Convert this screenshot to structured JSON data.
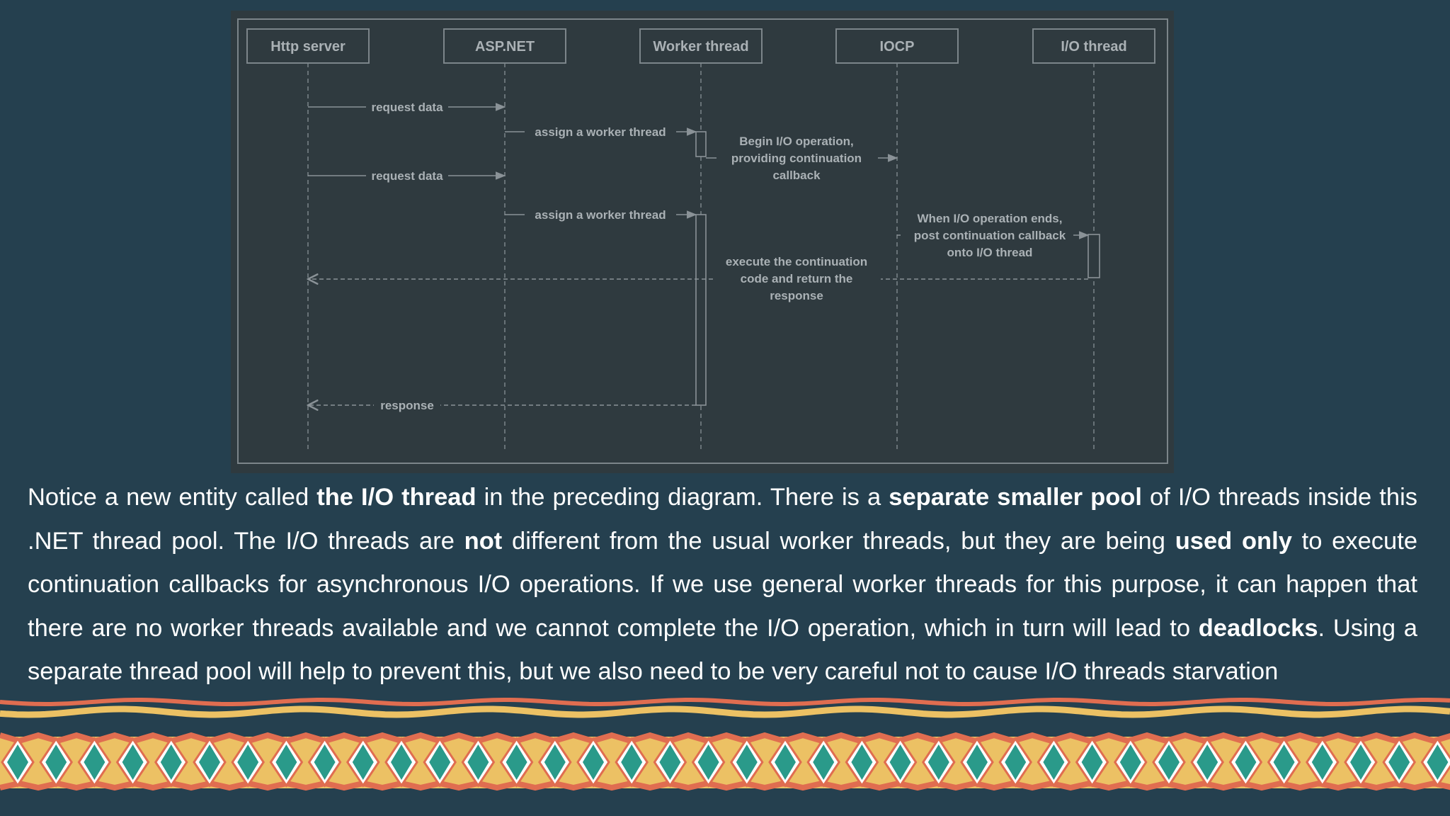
{
  "colors": {
    "background": "#25404f",
    "diagram_bg": "#2f3a3f",
    "diagram_line": "#8a9297",
    "diagram_text": "#aab1b5",
    "text": "#ffffff",
    "band_yellow": "#ecc164",
    "band_orange": "#e06d50",
    "band_teal": "#2a9a8a"
  },
  "diagram": {
    "participants": [
      "Http server",
      "ASP.NET",
      "Worker thread",
      "IOCP",
      "I/O thread"
    ],
    "messages": {
      "request_data_1": "request data",
      "assign_worker_1": "assign a worker thread",
      "begin_io": [
        "Begin I/O operation,",
        "providing continuation",
        "callback"
      ],
      "request_data_2": "request data",
      "assign_worker_2": "assign a worker thread",
      "io_ends": [
        "When I/O operation ends,",
        "post continuation callback",
        "onto I/O thread"
      ],
      "execute_continuation": [
        "execute the continuation",
        "code and return the",
        "response"
      ],
      "response": "response"
    }
  },
  "paragraph": [
    {
      "text": "Notice a new entity called ",
      "bold": false
    },
    {
      "text": "the I/O thread",
      "bold": true
    },
    {
      "text": " in the preceding diagram. There is a ",
      "bold": false
    },
    {
      "text": "separate smaller pool",
      "bold": true
    },
    {
      "text": " of I/O threads inside this .NET thread pool. The I/O threads are ",
      "bold": false
    },
    {
      "text": "not",
      "bold": true
    },
    {
      "text": " different from the usual worker threads, but they are being ",
      "bold": false
    },
    {
      "text": "used only",
      "bold": true
    },
    {
      "text": " to execute continuation callbacks for asynchronous I/O operations. If we use general worker threads for this purpose, it can happen that there are no worker threads available and we cannot complete the I/O operation, which in turn will lead to ",
      "bold": false
    },
    {
      "text": "deadlocks",
      "bold": true
    },
    {
      "text": ". Using a separate thread pool will help to prevent this, but we also need to be very careful not to cause I/O threads starvation",
      "bold": false
    }
  ]
}
